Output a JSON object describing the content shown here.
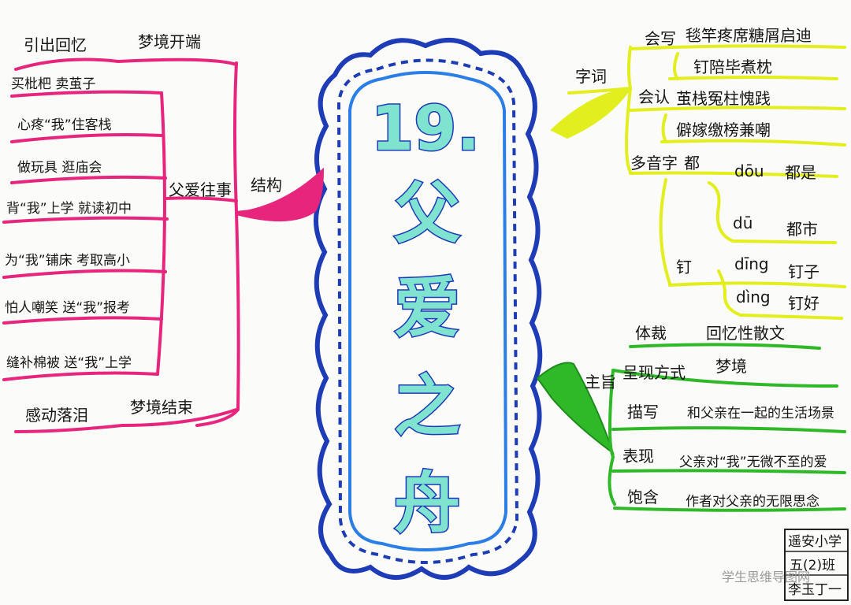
{
  "title": {
    "number": "19.",
    "chars": [
      "父",
      "爱",
      "之",
      "舟"
    ]
  },
  "left": {
    "branch_label": "结构",
    "dream_start": {
      "label": "梦境开端",
      "child": "引出回忆"
    },
    "story": {
      "label": "父爱往事",
      "items": [
        "买枇杷 卖茧子",
        "心疼“我”住客栈",
        "做玩具 逛庙会",
        "背“我”上学 就读初中",
        "为“我”铺床 考取高小",
        "怕人嘲笑 送“我”报考",
        "缝补棉被 送“我”上学"
      ]
    },
    "dream_end": {
      "label": "梦境结束",
      "child": "感动落泪"
    }
  },
  "right_top": {
    "branch_label": "字词",
    "write": {
      "label": "会写",
      "line1": "毯竿疼席糖屑启迪",
      "line2": "钉陪毕煮枕"
    },
    "recognize": {
      "label": "会认",
      "line1": "茧栈冤柱愧践",
      "line2": "僻嫁缴榜兼嘲"
    },
    "poly": {
      "label": "多音字",
      "char1": "都",
      "c1_r1_pinyin": "dōu",
      "c1_r1_word": "都是",
      "c1_r2_pinyin": "dū",
      "c1_r2_word": "都市",
      "char2": "钉",
      "c2_r1_pinyin": "dīng",
      "c2_r1_word": "钉子",
      "c2_r2_pinyin": "dìng",
      "c2_r2_word": "钉好"
    }
  },
  "right_bottom": {
    "branch_label": "主旨",
    "genre": {
      "label": "体裁",
      "value": "回忆性散文"
    },
    "form": {
      "label": "呈现方式",
      "value": "梦境"
    },
    "describe": {
      "label": "描写",
      "value": "和父亲在一起的生活场景"
    },
    "express": {
      "label": "表现",
      "value": "父亲对“我”无微不至的爱"
    },
    "contain": {
      "label": "饱含",
      "value": "作者对父亲的无限思念"
    }
  },
  "signature": {
    "school": "遥安小学",
    "class": "五(2)班",
    "name": "李玉丁一"
  },
  "watermark": "学生思维导图网",
  "colors": {
    "left": "#e8257d",
    "right_top": "#e2ee1e",
    "right_bottom": "#2fb827",
    "frame_outer": "#1e3cb5",
    "frame_inner": "#2a7ee6",
    "title_fill": "#7fe3d0"
  }
}
